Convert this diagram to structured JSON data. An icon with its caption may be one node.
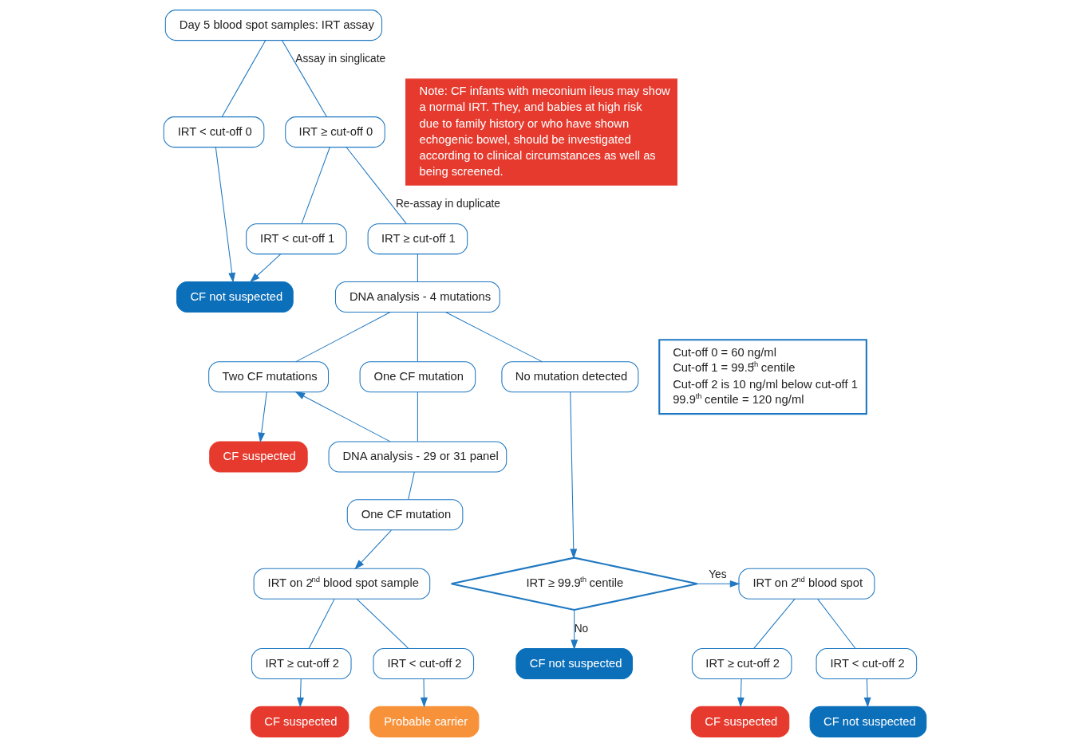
{
  "diagram": {
    "nodes": [
      {
        "text": [
          "Day 5 blood spot samples: IRT assay"
        ]
      },
      {
        "text": [
          "IRT < cut-off 0"
        ]
      },
      {
        "text": [
          "IRT ≥ cut-off 0"
        ]
      },
      {
        "text": [
          "IRT < cut-off 1"
        ]
      },
      {
        "text": [
          "IRT ≥ cut-off 1"
        ]
      },
      {
        "text": [
          "CF not suspected"
        ]
      },
      {
        "text": [
          "DNA analysis - 4 mutations"
        ]
      },
      {
        "text": [
          "Two CF mutations"
        ]
      },
      {
        "text": [
          "One CF mutation"
        ]
      },
      {
        "text": [
          "No mutation detected"
        ]
      },
      {
        "text": [
          "DNA analysis - 29 or 31 panel"
        ]
      },
      {
        "text": [
          "One CF mutation"
        ]
      },
      {
        "text": [
          "CF suspected"
        ]
      },
      {
        "text": [
          "IRT on 2$^{nd}$ blood spot sample"
        ]
      },
      {
        "text": [
          "IRT ≥ 99.9$^{th}$ centile"
        ]
      },
      {
        "text": [
          "IRT on 2$^{nd}$ blood spot"
        ]
      },
      {
        "text": [
          "IRT ≥ cut-off 2"
        ]
      },
      {
        "text": [
          "IRT < cut-off 2"
        ]
      },
      {
        "text": [
          "IRT ≥ cut-off 2"
        ]
      },
      {
        "text": [
          "IRT < cut-off 2"
        ]
      },
      {
        "text": [
          "CF suspected"
        ]
      },
      {
        "text": [
          "Probable carrier"
        ]
      },
      {
        "text": [
          "CF not suspected"
        ]
      },
      {
        "text": [
          "CF suspected"
        ]
      },
      {
        "text": [
          "CF not suspected"
        ]
      },
      {
        "text": [
          "Note: CF infants with meconium ileus may show a normal IRT. They, and babies at high risk due to family history or who have shown echogenic bowel, should be investigated according to clinical circumstances as well as being screened."
        ]
      },
      {
        "text": [
          "Cut-off 0 = 60 ng/ml",
          "Cut-off 1 = 99.5$^{th}$ centile",
          "Cut-off 2 is 10 ng/ml below cut-off 1",
          "99.9$^{th}$ centile = 120 ng/ml"
        ]
      }
    ],
    "edges": [
      {
        "from": 0,
        "to": 1,
        "arrow": "none"
      },
      {
        "from": 0,
        "to": 2,
        "arrow": "none",
        "label": "Assay in singlicate"
      },
      {
        "from": 1,
        "to": 5,
        "arrow": "to"
      },
      {
        "from": 2,
        "to": 3,
        "arrow": "none"
      },
      {
        "from": 2,
        "to": 4,
        "arrow": "none",
        "label": "Re-assay in duplicate"
      },
      {
        "from": 3,
        "to": 5,
        "arrow": "to"
      },
      {
        "from": 4,
        "to": 6,
        "arrow": "none"
      },
      {
        "from": 6,
        "to": 7,
        "arrow": "none"
      },
      {
        "from": 6,
        "to": 8,
        "arrow": "none"
      },
      {
        "from": 6,
        "to": 9,
        "arrow": "none"
      },
      {
        "from": 8,
        "to": 10,
        "arrow": "none"
      },
      {
        "from": 10,
        "to": 7,
        "arrow": "to"
      },
      {
        "from": 10,
        "to": 11,
        "arrow": "none"
      },
      {
        "from": 11,
        "to": 13,
        "arrow": "to"
      },
      {
        "from": 7,
        "to": 12,
        "arrow": "to"
      },
      {
        "from": 9,
        "to": 14,
        "arrow": "to"
      },
      {
        "from": 13,
        "to": 16,
        "arrow": "none"
      },
      {
        "from": 13,
        "to": 17,
        "arrow": "none"
      },
      {
        "from": 16,
        "to": 20,
        "arrow": "to"
      },
      {
        "from": 17,
        "to": 21,
        "arrow": "to"
      },
      {
        "from": 14,
        "to": 15,
        "arrow": "to",
        "label": "Yes"
      },
      {
        "from": 14,
        "to": 22,
        "arrow": "to",
        "label": "No"
      },
      {
        "from": 15,
        "to": 18,
        "arrow": "none"
      },
      {
        "from": 15,
        "to": 19,
        "arrow": "none"
      },
      {
        "from": 18,
        "to": 23,
        "arrow": "to"
      },
      {
        "from": 19,
        "to": 24,
        "arrow": "to"
      }
    ]
  }
}
